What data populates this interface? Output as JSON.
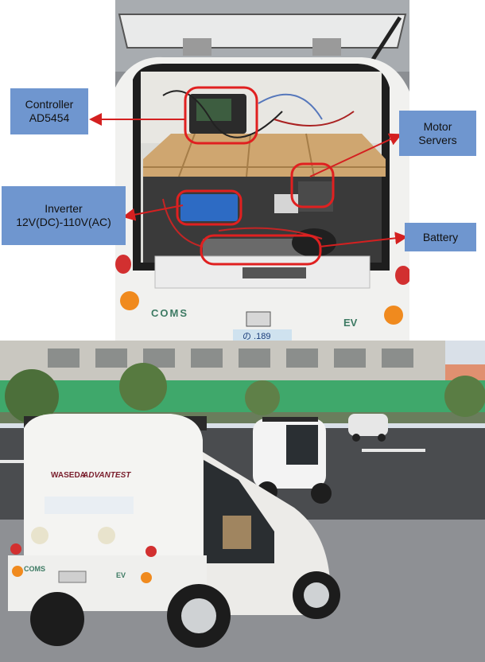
{
  "figure": {
    "labels": {
      "controller": [
        "Controller",
        "AD5454"
      ],
      "motor_servers": [
        "Motor",
        "Servers"
      ],
      "inverter": [
        "Inverter",
        "12V(DC)-110V(AC)"
      ],
      "battery": "Battery"
    },
    "colors": {
      "label_fill": "#6f96cf",
      "arrow": "#d42020",
      "highlight": "#e02020"
    },
    "vehicle_markings": {
      "brand_rear": "COMS",
      "ev_badge": "EV",
      "plate": "の .189",
      "sticker_waseda": "WASEDA",
      "sticker_advantest": "ADVANTEST"
    }
  }
}
